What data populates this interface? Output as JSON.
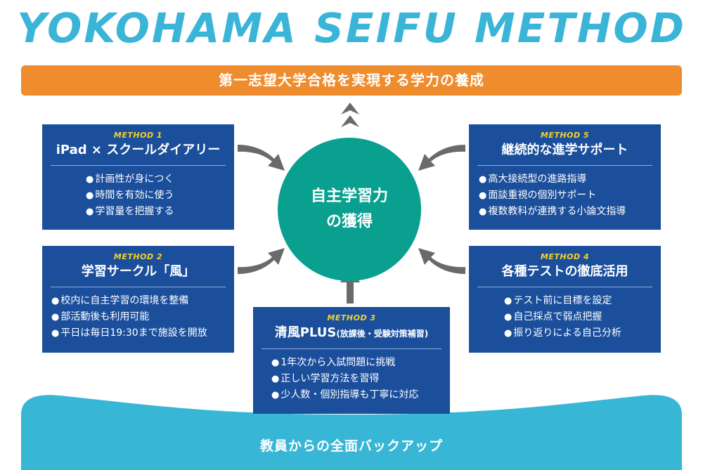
{
  "title": "YOKOHAMA SEIFU METHOD",
  "goal": "第一志望大学合格を実現する学力の養成",
  "center": {
    "line1": "自主学習力",
    "line2": "の獲得"
  },
  "methods": [
    {
      "label": "METHOD 1",
      "title": "iPad × スクールダイアリー",
      "items": [
        "計画性が身につく",
        "時間を有効に使う",
        "学習量を把握する"
      ]
    },
    {
      "label": "METHOD 2",
      "title": "学習サークル「風」",
      "items": [
        "校内に自主学習の環境を整備",
        "部活動後も利用可能",
        "平日は毎日19:30まで施設を開放"
      ]
    },
    {
      "label": "METHOD 3",
      "title": "清風PLUS",
      "title_sub": "(放課後・受験対策補習)",
      "items": [
        "1年次から入試問題に挑戦",
        "正しい学習方法を習得",
        "少人数・個別指導も丁寧に対応"
      ]
    },
    {
      "label": "METHOD 4",
      "title": "各種テストの徹底活用",
      "items": [
        "テスト前に目標を設定",
        "自己採点で弱点把握",
        "振り返りによる自己分析"
      ]
    },
    {
      "label": "METHOD 5",
      "title": "継続的な進学サポート",
      "items": [
        "高大接続型の進路指導",
        "面談重視の個別サポート",
        "複数教科が連携する小論文指導"
      ]
    }
  ],
  "backup": "教員からの全面バックアップ",
  "colors": {
    "title": "#3ab5d8",
    "goal": "#ee8c2e",
    "card": "#1b4f9c",
    "method_label": "#f6d22a",
    "circle": "#0aa090",
    "wave": "#38b6d6",
    "arrow": "#6a6a6a"
  }
}
